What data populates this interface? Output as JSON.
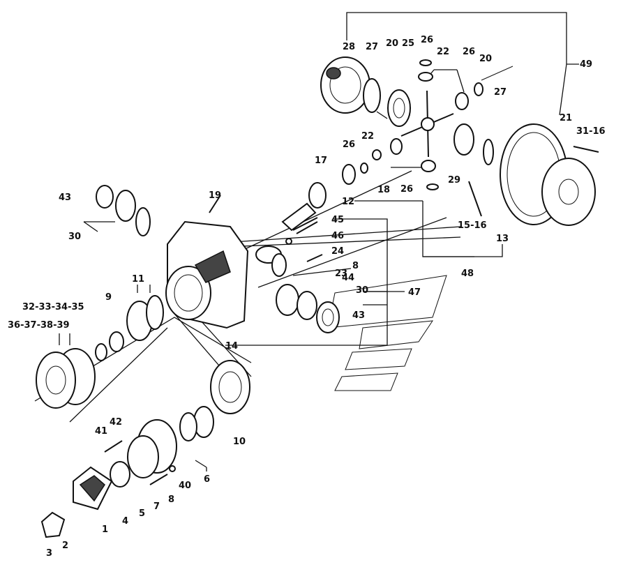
{
  "diagram": {
    "labels": {
      "l1": "1",
      "l2": "2",
      "l3": "3",
      "l4": "4",
      "l5": "5",
      "l6": "6",
      "l7": "7",
      "l8a": "8",
      "l8b": "8",
      "l9": "9",
      "l10": "10",
      "l11": "11",
      "l12": "12",
      "l13": "13",
      "l14": "14",
      "l15_16a": "15-16",
      "l17": "17",
      "l18": "18",
      "l19": "19",
      "l20a": "20",
      "l20b": "20",
      "l21": "21",
      "l22a": "22",
      "l22b": "22",
      "l23": "23",
      "l24": "24",
      "l25": "25",
      "l26a": "26",
      "l26b": "26",
      "l26c": "26",
      "l26d": "26",
      "l27a": "27",
      "l27b": "27",
      "l28": "28",
      "l29": "29",
      "l30a": "30",
      "l30b": "30",
      "l31_16": "31-16",
      "l32_35": "32-33-34-35",
      "l36_39": "36-37-38-39",
      "l40": "40",
      "l41": "41",
      "l42": "42",
      "l43a": "43",
      "l43b": "43",
      "l44": "44",
      "l45": "45",
      "l46": "46",
      "l47": "47",
      "l48": "48",
      "l49": "49"
    }
  }
}
